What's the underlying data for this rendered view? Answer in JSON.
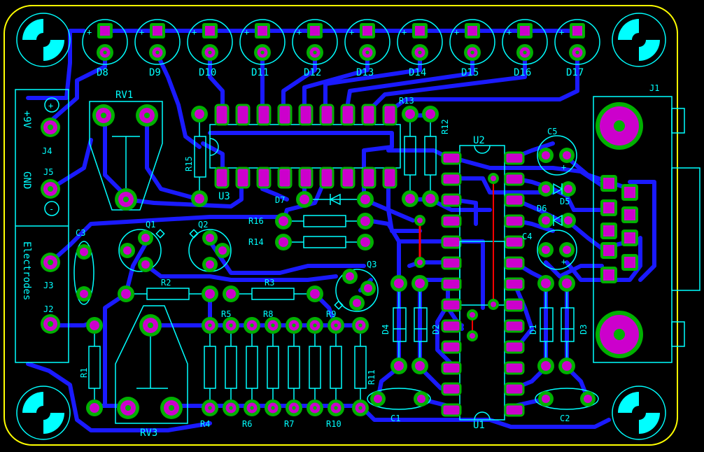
{
  "colors": {
    "background": "#000000",
    "board_outline": "#ffff00",
    "silkscreen": "#00ffff",
    "trace": "#1a1aff",
    "pad_ring": "#00b000",
    "pad_hole": "#cc00cc",
    "jumper": "#ff0000"
  },
  "leds": [
    "D8",
    "D9",
    "D10",
    "D11",
    "D12",
    "D13",
    "D14",
    "D15",
    "D16",
    "D17"
  ],
  "led_polarity": "+",
  "components": {
    "rv1": "RV1",
    "rv3": "RV3",
    "u1": "U1",
    "u2": "U2",
    "u3": "U3",
    "j1": "J1",
    "j2": "J2",
    "j3": "J3",
    "j4": "J4",
    "j5": "J5",
    "q1": "Q1",
    "q2": "Q2",
    "q3": "Q3",
    "r1": "R1",
    "r2": "R2",
    "r3": "R3",
    "r4": "R4",
    "r5": "R5",
    "r6": "R6",
    "r7": "R7",
    "r8": "R8",
    "r9": "R9",
    "r10": "R10",
    "r11": "R11",
    "r12": "R12",
    "r13": "R13",
    "r14": "R14",
    "r15": "R15",
    "r16": "R16",
    "c1": "C1",
    "c2": "C2",
    "c3": "C3",
    "c4": "C4",
    "c5": "C5",
    "d1": "D1",
    "d2": "D2",
    "d3": "D3",
    "d4": "D4",
    "d5": "D5",
    "d6": "D6",
    "d7": "D7"
  },
  "connector_labels": {
    "plus9v": "+9V",
    "gnd": "GND",
    "electrodes": "Electrodes"
  },
  "pin_marks": {
    "plus": "+",
    "minus": "-"
  }
}
